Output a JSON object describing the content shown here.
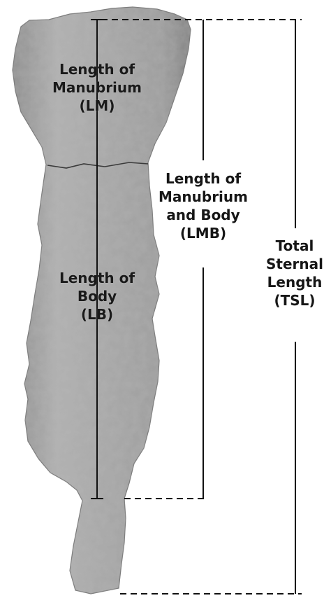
{
  "labels": {
    "lm": [
      "Length of",
      "Manubrium",
      "(LM)"
    ],
    "lb": [
      "Length of",
      "Body",
      "(LB)"
    ],
    "lmb": [
      "Length of",
      "Manubrium",
      "and Body",
      "(LMB)"
    ],
    "tsl": [
      "Total",
      "Sternal",
      "Length",
      "(TSL)"
    ]
  },
  "colors": {
    "bone": "#a9a9a9",
    "bone_dark": "#7e7e7e",
    "line": "#111111",
    "text": "#161616"
  }
}
